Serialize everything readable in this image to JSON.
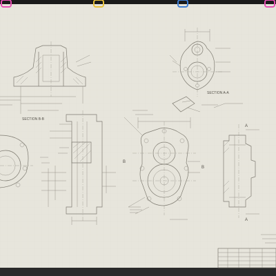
{
  "drawing": {
    "section_bb_label": "SECTION B-B",
    "section_aa_label": "SECTION A-A",
    "marker_a": "A",
    "marker_b": "B"
  },
  "clips": [
    {
      "name": "clip-pink",
      "color": "#e64fb3"
    },
    {
      "name": "clip-yellow",
      "color": "#e8c23a"
    },
    {
      "name": "clip-blue",
      "color": "#3f7fd6"
    },
    {
      "name": "clip-pink-2",
      "color": "#e64fb3"
    }
  ],
  "colors": {
    "paper": "#e7e5dc",
    "background": "#1a1a1a",
    "ink": "#7d7a70"
  }
}
